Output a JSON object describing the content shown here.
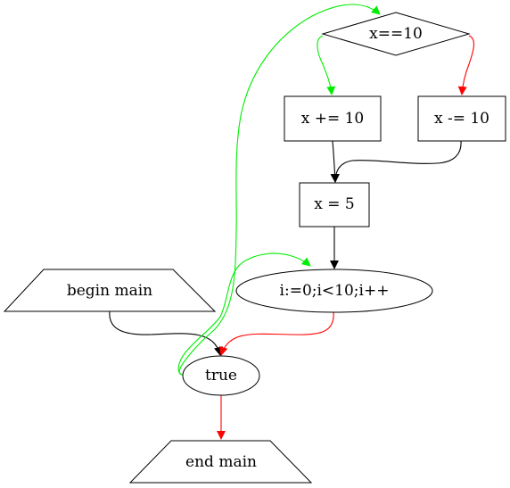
{
  "diagram": {
    "nodes": {
      "cond_x": {
        "label": "x==10",
        "shape": "diamond"
      },
      "add": {
        "label": "x += 10",
        "shape": "box"
      },
      "sub": {
        "label": "x -= 10",
        "shape": "box"
      },
      "assign": {
        "label": "x = 5",
        "shape": "box"
      },
      "loop": {
        "label": "i:=0;i<10;i++",
        "shape": "ellipse"
      },
      "begin": {
        "label": "begin main",
        "shape": "trapezium"
      },
      "true_node": {
        "label": "true",
        "shape": "ellipse"
      },
      "end": {
        "label": "end main",
        "shape": "trapezium"
      }
    },
    "edges": [
      {
        "from": "cond_x",
        "to": "add",
        "color": "#00ee00"
      },
      {
        "from": "cond_x",
        "to": "sub",
        "color": "#ff0000"
      },
      {
        "from": "add",
        "to": "assign",
        "color": "#000000"
      },
      {
        "from": "sub",
        "to": "assign",
        "color": "#000000"
      },
      {
        "from": "assign",
        "to": "loop",
        "color": "#000000"
      },
      {
        "from": "begin",
        "to": "true_node",
        "color": "#000000"
      },
      {
        "from": "loop",
        "to": "true_node",
        "color": "#ff0000"
      },
      {
        "from": "true_node",
        "to": "end",
        "color": "#ff0000"
      },
      {
        "from": "true_node",
        "to": "loop",
        "color": "#00ee00"
      },
      {
        "from": "true_node",
        "to": "cond_x",
        "color": "#00ee00"
      }
    ]
  }
}
